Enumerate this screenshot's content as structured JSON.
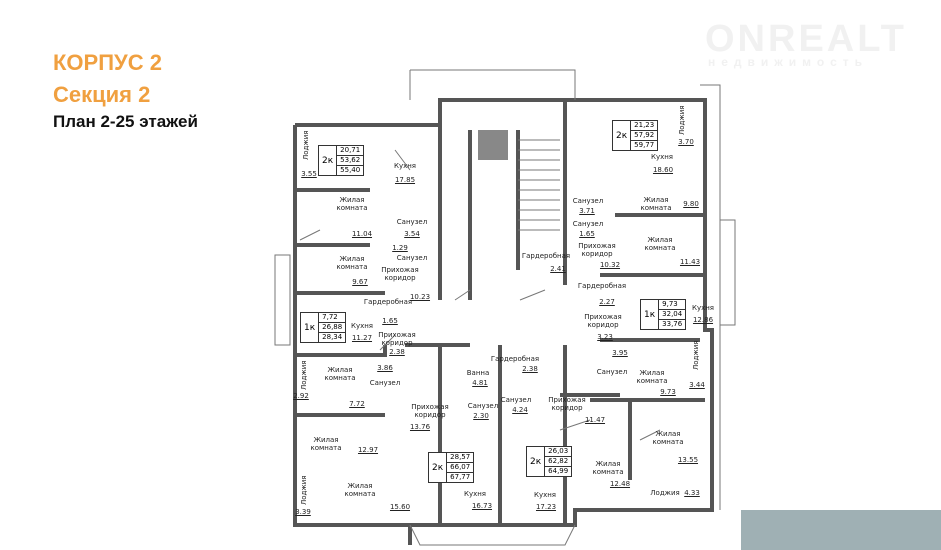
{
  "header": {
    "building": "КОРПУС 2",
    "section": "Секция 2",
    "plan": "План 2-25 этажей"
  },
  "watermark": {
    "name": "ONREALT",
    "subtitle": "недвижимость"
  },
  "colors": {
    "accent": "#f0a040",
    "wall": "#555555",
    "hatch": "#333333"
  },
  "apartments": [
    {
      "type": "2к",
      "living": "20,71",
      "total": "53,62",
      "total_loggia": "55,40",
      "rooms": [
        {
          "name": "Лоджия",
          "area": "3.55"
        },
        {
          "name": "Кухня",
          "area": "17.85"
        },
        {
          "name": "Жилая комната",
          "area": "11.04"
        },
        {
          "name": "Жилая комната",
          "area": "9.67"
        },
        {
          "name": "Санузел",
          "area": "3.54"
        },
        {
          "name": "Санузел",
          "area": "1.29"
        },
        {
          "name": "Прихожая коридор",
          "area": "10.23"
        }
      ]
    },
    {
      "type": "1к",
      "living": "7,72",
      "total": "26,88",
      "total_loggia": "28,34",
      "rooms": [
        {
          "name": "Кухня",
          "area": "11.27"
        },
        {
          "name": "Гардеробная",
          "area": "1.65"
        },
        {
          "name": "Прихожая коридор",
          "area": "2.38"
        }
      ]
    },
    {
      "type": "2к",
      "living": "28,57",
      "total": "66,07",
      "total_loggia": "67,77",
      "rooms": [
        {
          "name": "Лоджия",
          "area": "2.92"
        },
        {
          "name": "Жилая комната",
          "area": "7.72"
        },
        {
          "name": "Санузел",
          "area": "3.86"
        },
        {
          "name": "Жилая комната",
          "area": "12.97"
        },
        {
          "name": "Лоджия",
          "area": "3.39"
        },
        {
          "name": "Жилая комната",
          "area": "15.60"
        },
        {
          "name": "Прихожая коридор",
          "area": "13.76"
        },
        {
          "name": "Ванна",
          "area": "4.81"
        },
        {
          "name": "Санузел",
          "area": "2.30"
        },
        {
          "name": "Гардеробная",
          "area": "2.38"
        },
        {
          "name": "Кухня",
          "area": "16.73"
        }
      ]
    },
    {
      "type": "2к",
      "living": "26,03",
      "total": "62,82",
      "total_loggia": "64,99",
      "rooms": [
        {
          "name": "Санузел",
          "area": "4.24"
        },
        {
          "name": "Прихожая коридор",
          "area": "11.47"
        },
        {
          "name": "Жилая комната",
          "area": "12.48"
        },
        {
          "name": "Жилая комната",
          "area": "13.55"
        },
        {
          "name": "Лоджия",
          "area": "4.33"
        },
        {
          "name": "Кухня",
          "area": "17.23"
        }
      ]
    },
    {
      "type": "1к",
      "living": "9,73",
      "total": "32,04",
      "total_loggia": "33,76",
      "rooms": [
        {
          "name": "Кухня",
          "area": "12.86"
        },
        {
          "name": "Гардеробная",
          "area": "2.27"
        },
        {
          "name": "Прихожая коридор",
          "area": "3.23"
        },
        {
          "name": "Санузел",
          "area": "3.95"
        },
        {
          "name": "Жилая комната",
          "area": "9.73"
        },
        {
          "name": "Лоджия",
          "area": "3.44"
        }
      ]
    },
    {
      "type": "2к",
      "living": "21,23",
      "total": "57,92",
      "total_loggia": "59,77",
      "rooms": [
        {
          "name": "Кухня",
          "area": "18.60"
        },
        {
          "name": "Лоджия",
          "area": "3.70"
        },
        {
          "name": "Жилая комната",
          "area": "9.80"
        },
        {
          "name": "Жилая комната",
          "area": "11.43"
        },
        {
          "name": "Санузел",
          "area": "3.71"
        },
        {
          "name": "Санузел",
          "area": "1.65"
        },
        {
          "name": "Прихожая коридор",
          "area": "10.32"
        },
        {
          "name": "Гардеробная",
          "area": "2.41"
        }
      ]
    }
  ]
}
